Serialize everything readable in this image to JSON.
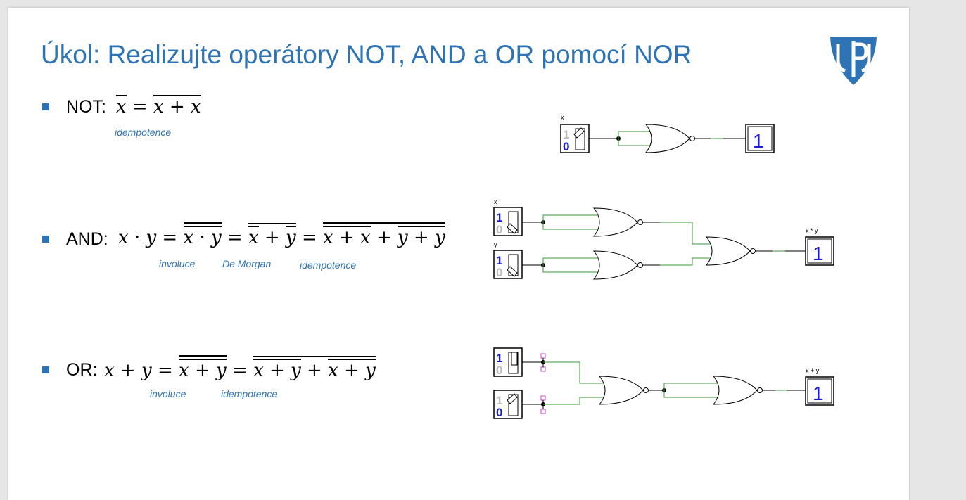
{
  "title": "Úkol: Realizujte operátory NOT, AND a OR pomocí NOR",
  "logo": {
    "icon": "university-shield-logo",
    "letters": "UP",
    "color": "#2e74b5"
  },
  "rows": {
    "not": {
      "label": "NOT:",
      "notes": [
        "idempotence"
      ],
      "circuit": {
        "input_labels": [
          "x"
        ],
        "input_values": [
          "0"
        ],
        "output_label": "",
        "output_value": "1"
      }
    },
    "and": {
      "label": "AND:",
      "notes": [
        "involuce",
        "De Morgan",
        "idempotence"
      ],
      "circuit": {
        "input_labels": [
          "x",
          "y"
        ],
        "input_values": [
          "1",
          "1"
        ],
        "output_label": "x * y",
        "output_value": "1"
      }
    },
    "or": {
      "label": "OR:",
      "notes": [
        "involuce",
        "idempotence"
      ],
      "circuit": {
        "input_labels": [
          "",
          ""
        ],
        "input_values": [
          "1",
          "0"
        ],
        "output_label": "x + y",
        "output_value": "1"
      }
    }
  },
  "colors": {
    "accent": "#2e74b5",
    "wire": "#3a9a3a",
    "digit": "#1a1adc",
    "probe": "#d040d0"
  }
}
